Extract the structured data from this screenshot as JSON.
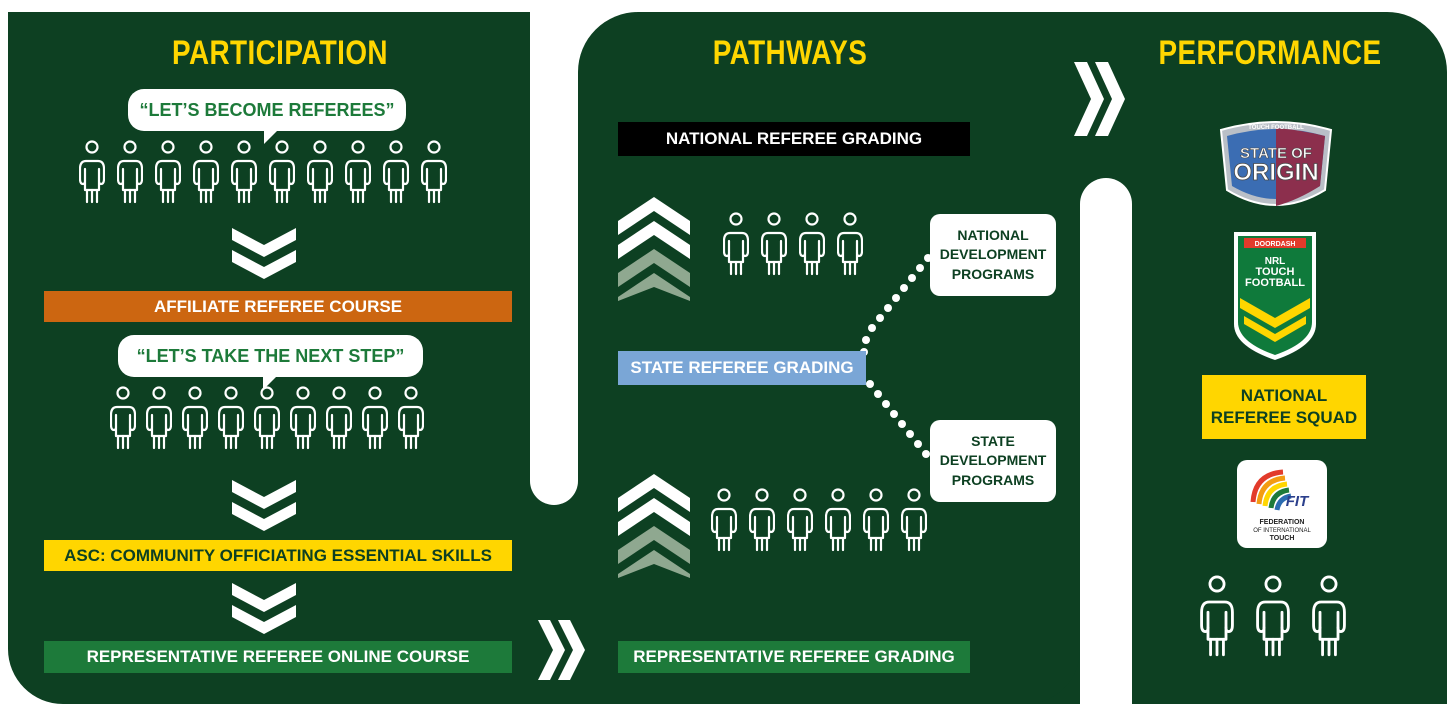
{
  "participation": {
    "heading": "PARTICIPATION",
    "bubble1": "“LET’S BECOME REFEREES”",
    "bar1": "AFFILIATE REFEREE COURSE",
    "bubble2": "“LET’S TAKE THE NEXT STEP”",
    "bar2": "ASC: COMMUNITY OFFICIATING ESSENTIAL SKILLS",
    "bar3": "REPRESENTATIVE REFEREE ONLINE COURSE"
  },
  "pathways": {
    "heading": "PATHWAYS",
    "national_grading": "NATIONAL REFEREE GRADING",
    "state_grading": "STATE REFEREE GRADING",
    "rep_grading": "REPRESENTATIVE REFEREE GRADING",
    "national_programs": [
      "NATIONAL",
      "DEVELOPMENT",
      "PROGRAMS"
    ],
    "state_programs": [
      "STATE",
      "DEVELOPMENT",
      "PROGRAMS"
    ]
  },
  "performance": {
    "heading": "PERFORMANCE",
    "squad": [
      "NATIONAL",
      "REFEREE SQUAD"
    ],
    "origin_logo": {
      "arc": "TOUCH FOOTBALL",
      "line1": "STATE OF",
      "line2": "ORIGIN"
    },
    "nrl_logo": {
      "top": "DOORDASH",
      "line1": "NRL",
      "line2": "TOUCH",
      "line3": "FOOTBALL"
    },
    "fit_logo": {
      "mark": "FIT",
      "line1": "FEDERATION",
      "line2": "OF INTERNATIONAL",
      "line3": "TOUCH"
    }
  },
  "colors": {
    "panel": "#0d4022",
    "yellow": "#ffd600",
    "orange": "#cc6611",
    "green_bar": "#1d7a3a",
    "light_blue": "#7aa6d6",
    "black": "#000000",
    "white": "#ffffff",
    "faded_chevron": "#8fa890"
  },
  "icons": {
    "person": "person-outline-icon",
    "chevron_down": "double-chevron-down-icon",
    "chevron_up": "double-chevron-up-icon",
    "chevron_right": "double-chevron-right-icon"
  }
}
